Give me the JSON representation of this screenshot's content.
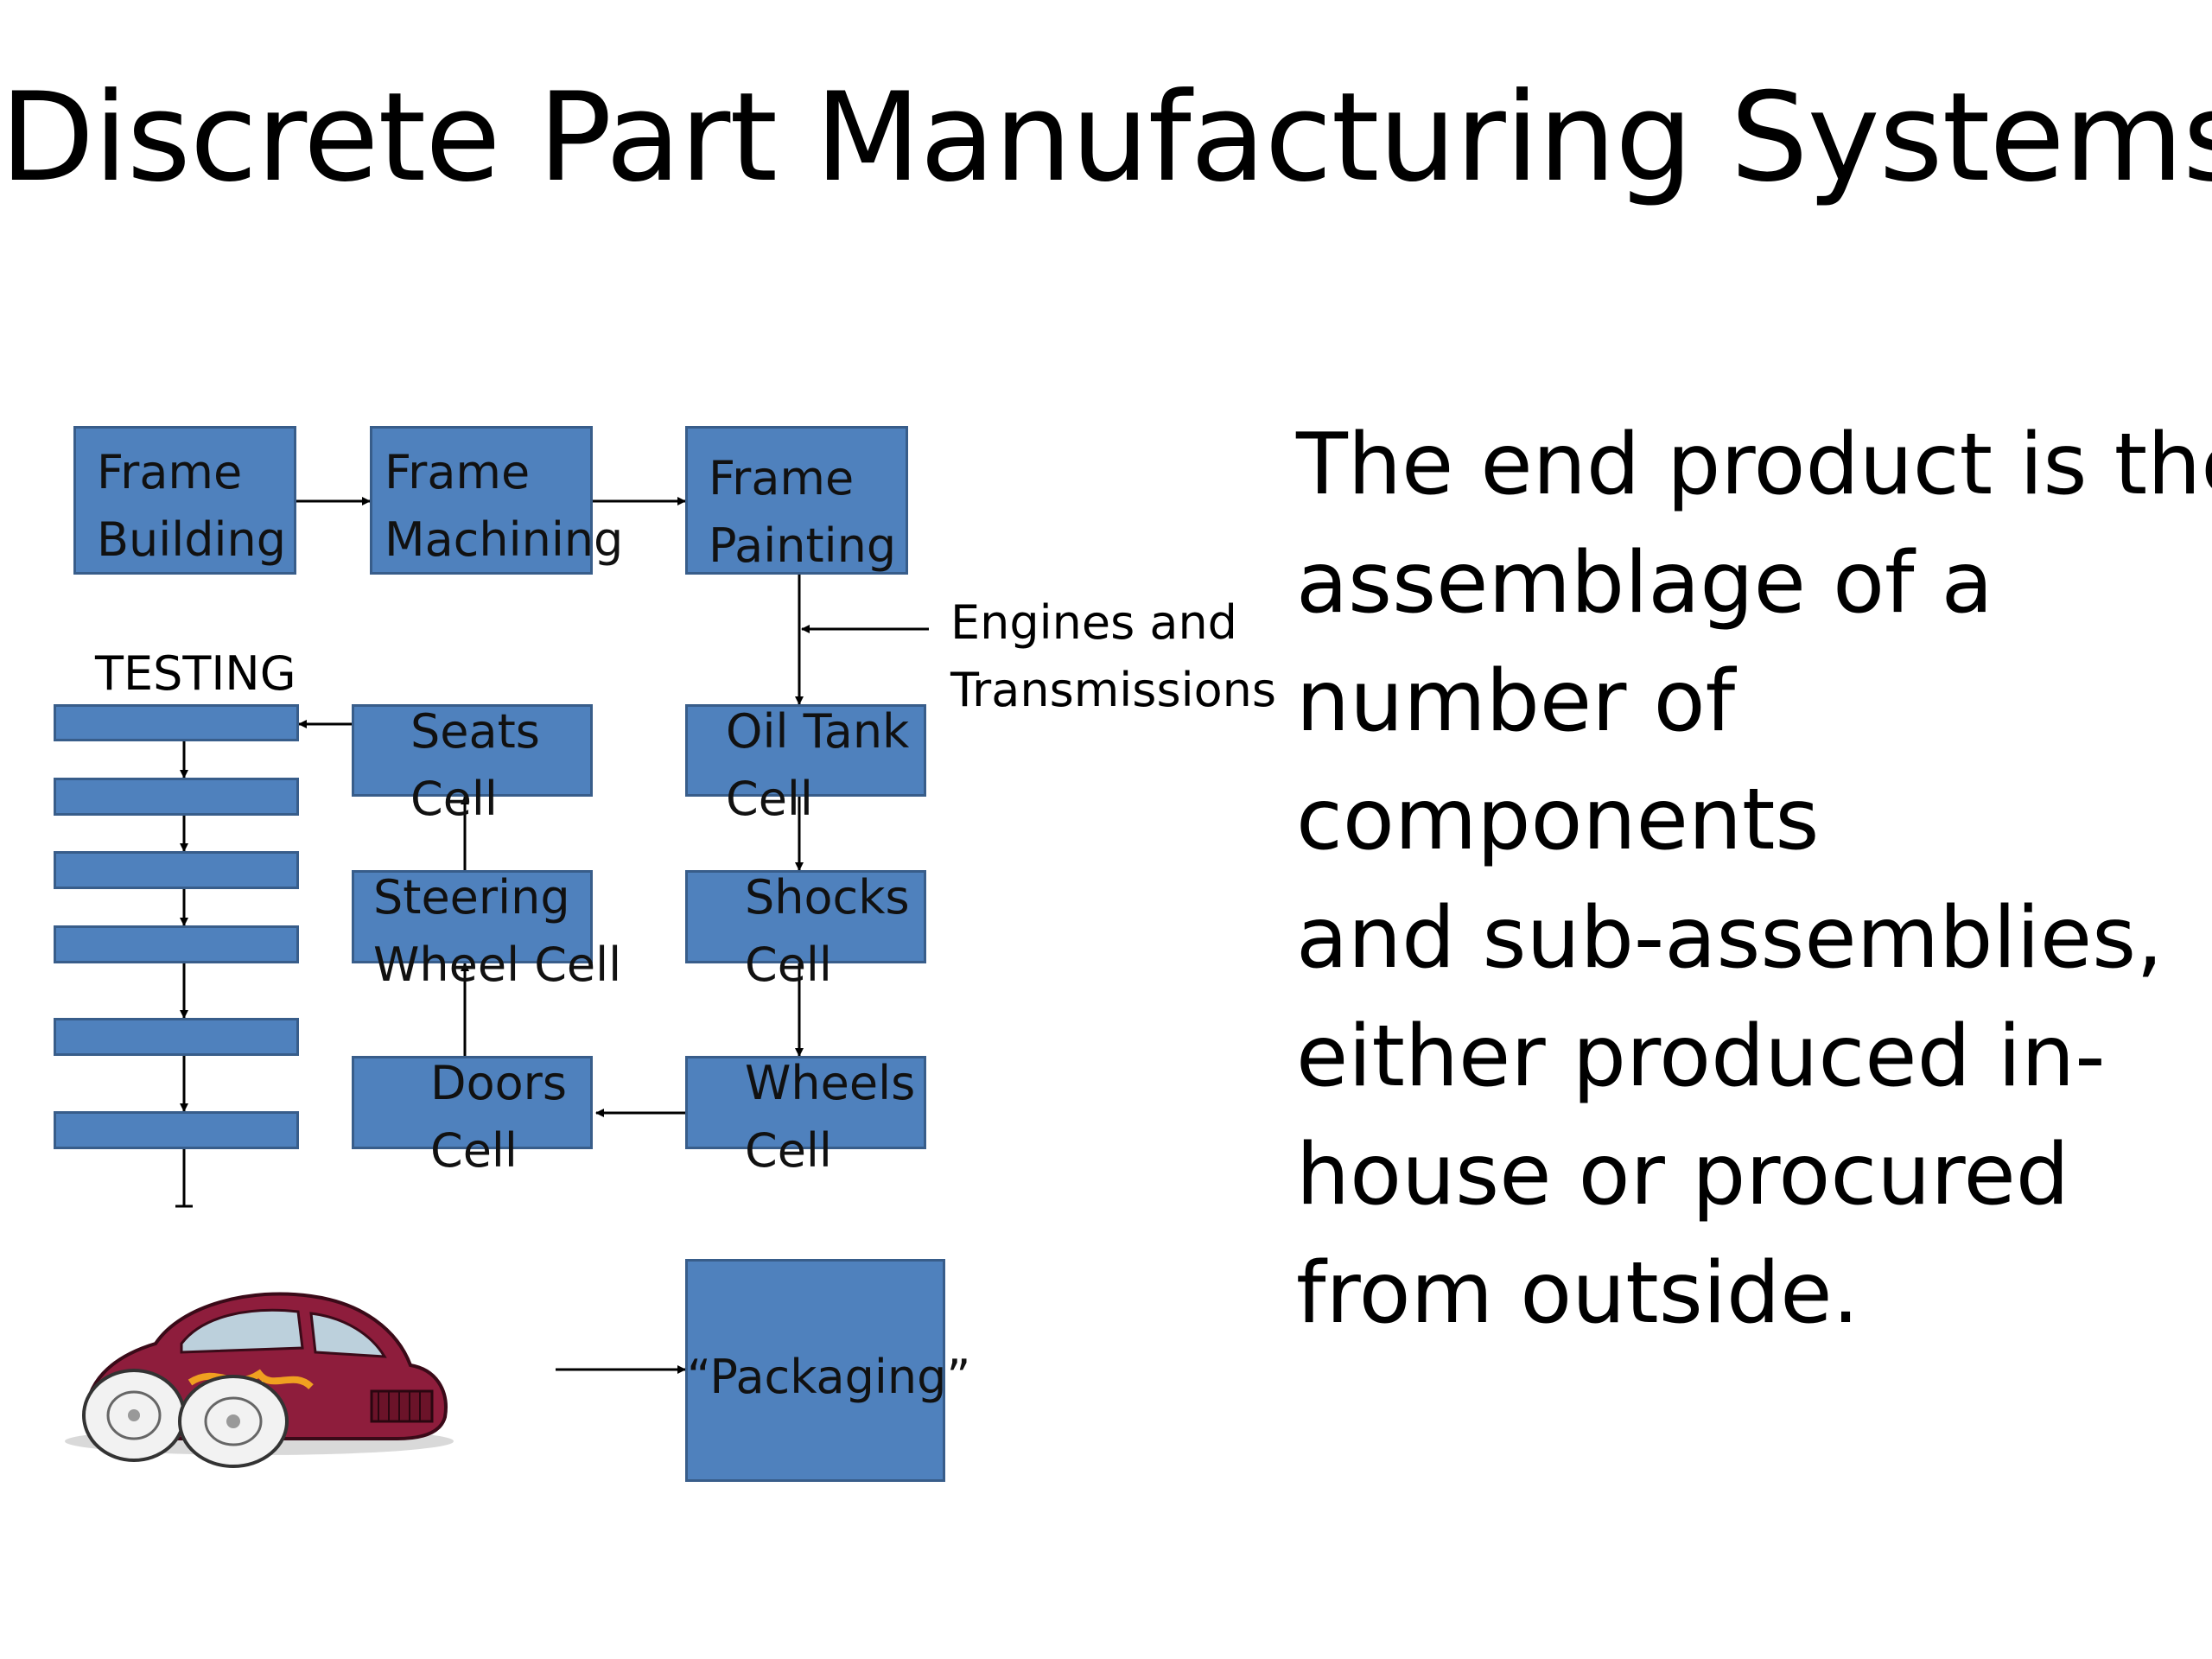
{
  "title": "Discrete Part Manufacturing Systems",
  "boxes": {
    "frame_building": [
      "Frame",
      "Building"
    ],
    "frame_machining": [
      "Frame",
      "Machining"
    ],
    "frame_painting": [
      "Frame",
      "Painting"
    ],
    "oil_tank": [
      "Oil Tank",
      "Cell"
    ],
    "shocks": [
      "Shocks",
      "Cell"
    ],
    "wheels": [
      "Wheels",
      "Cell"
    ],
    "doors": [
      "Doors",
      "Cell"
    ],
    "steering": [
      "Steering",
      "Wheel Cell"
    ],
    "seats": [
      "Seats",
      "Cell"
    ],
    "packaging": "“Packaging”"
  },
  "engines_label": [
    "Engines and",
    "Transmissions"
  ],
  "testing_label": "TESTING",
  "body_text": [
    "The end product is the",
    "assemblage of a",
    "number of",
    "components",
    "and sub-assemblies,",
    "either produced in-",
    "house or procured",
    "from outside."
  ],
  "colors": {
    "box_fill": "#4f81bd",
    "box_border": "#385d8a",
    "car_body": "#8e1d3c"
  }
}
